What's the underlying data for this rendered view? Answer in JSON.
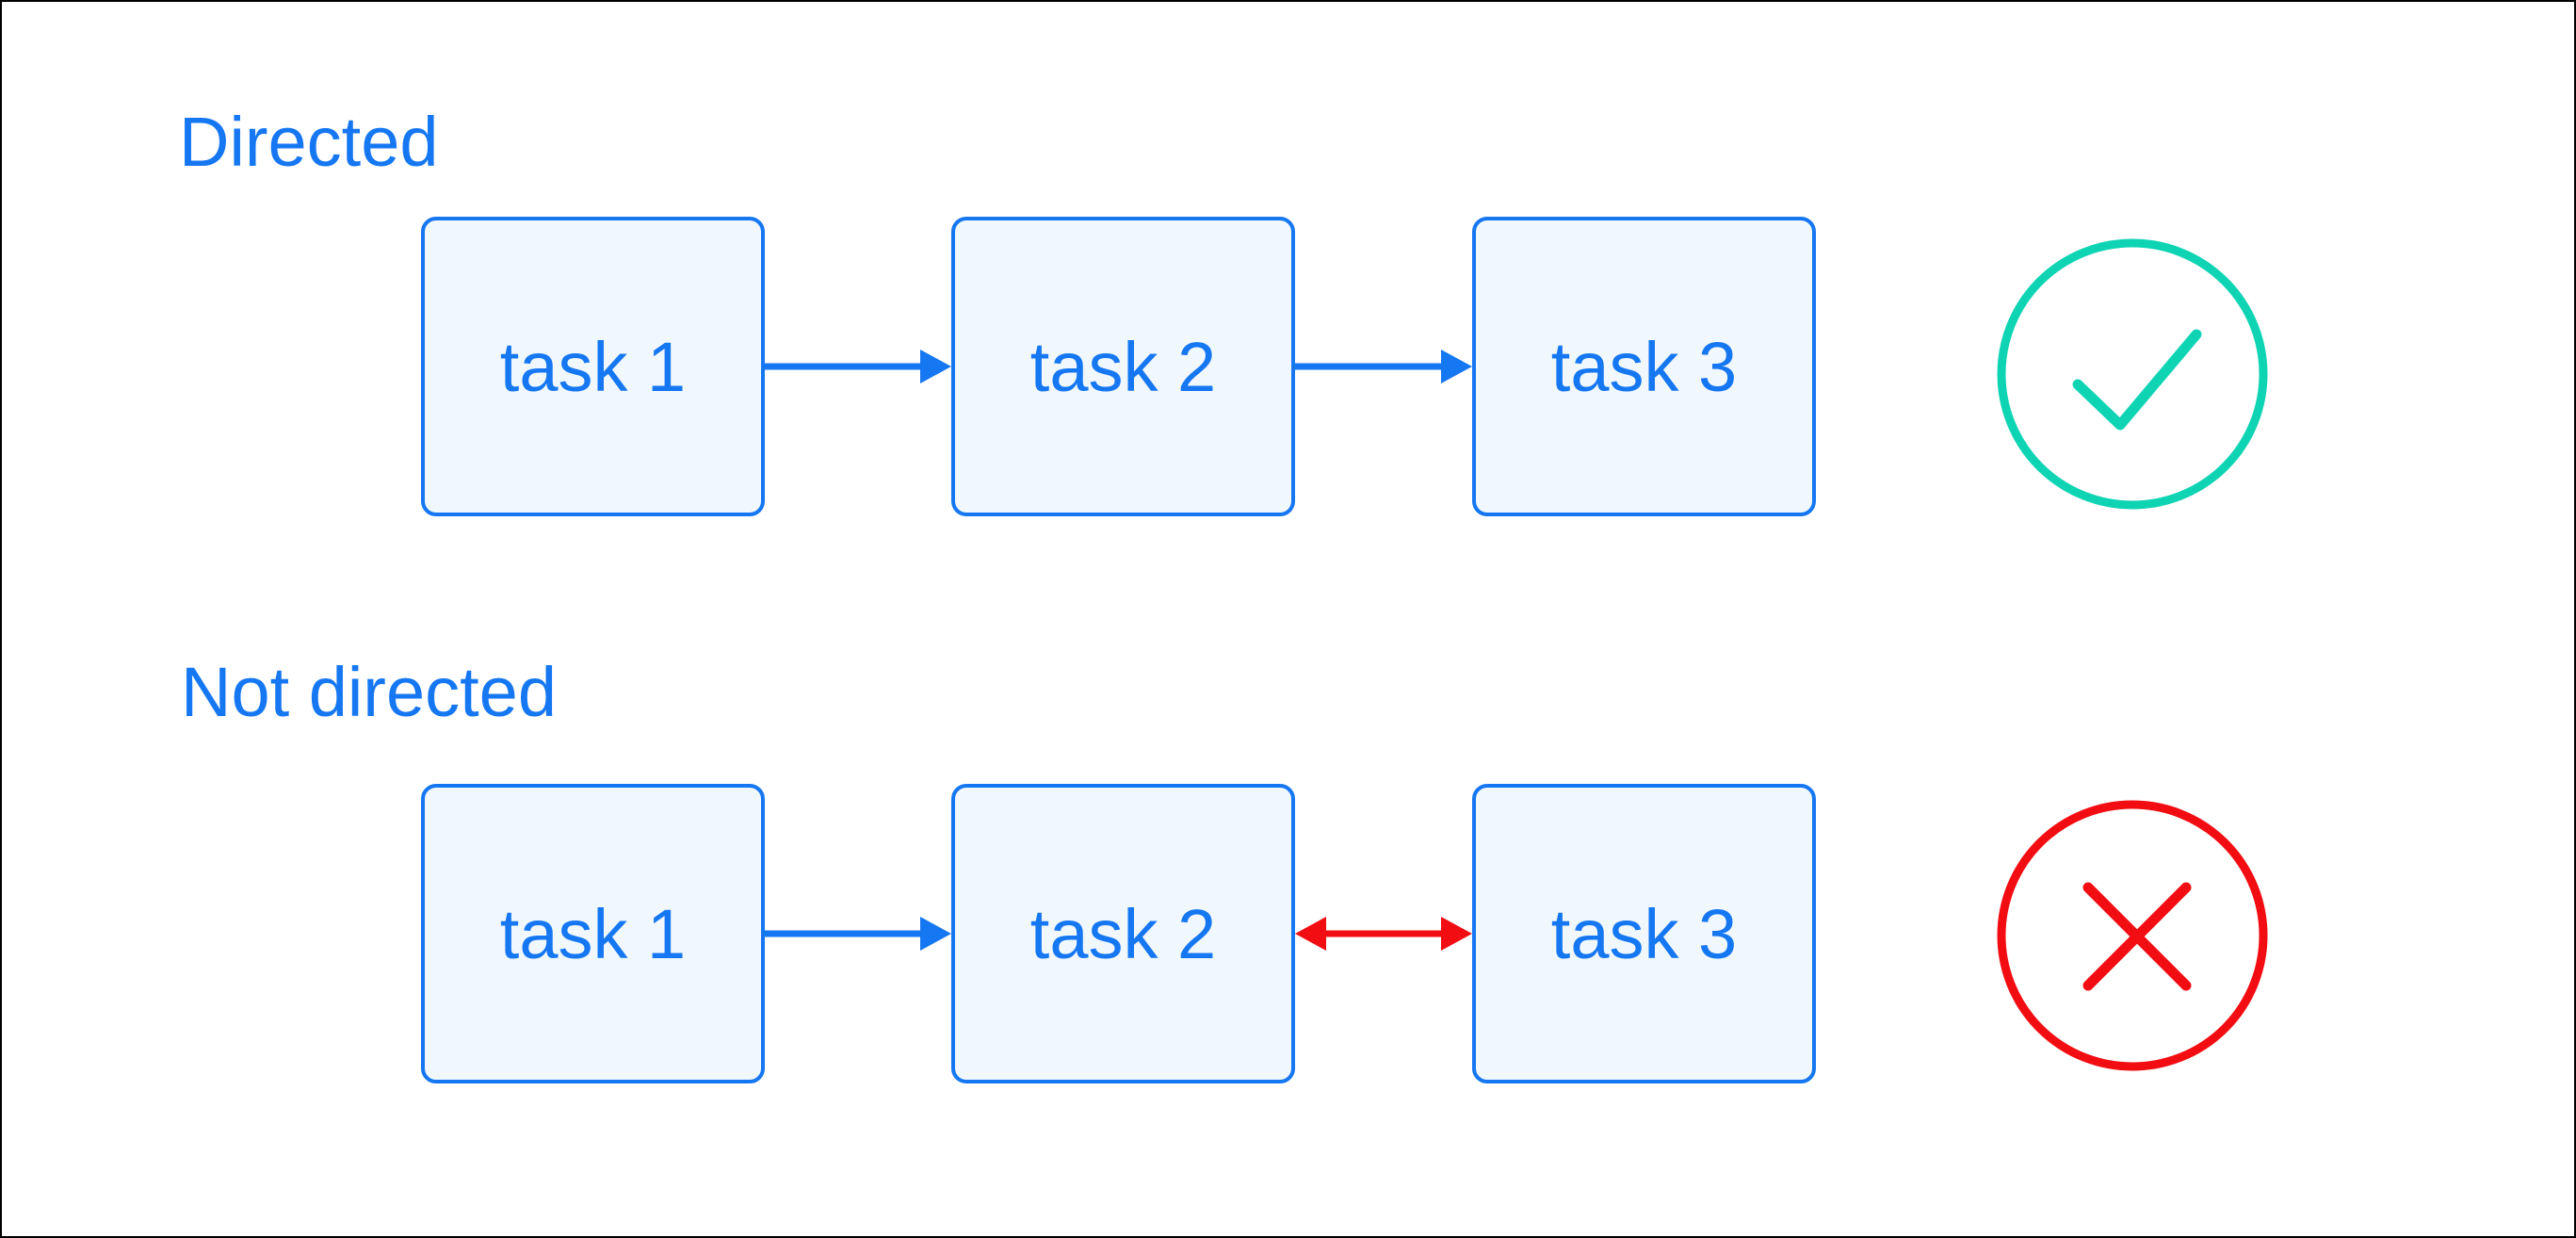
{
  "frame": {
    "background": "#ffffff",
    "border_color": "#000000"
  },
  "colors": {
    "blue": "#1677f2",
    "box_fill": "#f1f8fd",
    "teal": "#0fd4b4",
    "red": "#f20d12"
  },
  "sections": [
    {
      "label": "Directed",
      "tasks": [
        "task 1",
        "task 2",
        "task 3"
      ],
      "connections": [
        {
          "from": "task 1",
          "to": "task 2",
          "direction": "one-way",
          "color": "#1677f2"
        },
        {
          "from": "task 2",
          "to": "task 3",
          "direction": "one-way",
          "color": "#1677f2"
        }
      ],
      "status": "allowed",
      "status_icon": "check-circle",
      "status_color": "#0fd4b4"
    },
    {
      "label": "Not directed",
      "tasks": [
        "task 1",
        "task 2",
        "task 3"
      ],
      "connections": [
        {
          "from": "task 1",
          "to": "task 2",
          "direction": "one-way",
          "color": "#1677f2"
        },
        {
          "from": "task 2",
          "to": "task 3",
          "direction": "two-way",
          "color": "#f20d12"
        }
      ],
      "status": "not-allowed",
      "status_icon": "x-circle",
      "status_color": "#f20d12"
    }
  ]
}
